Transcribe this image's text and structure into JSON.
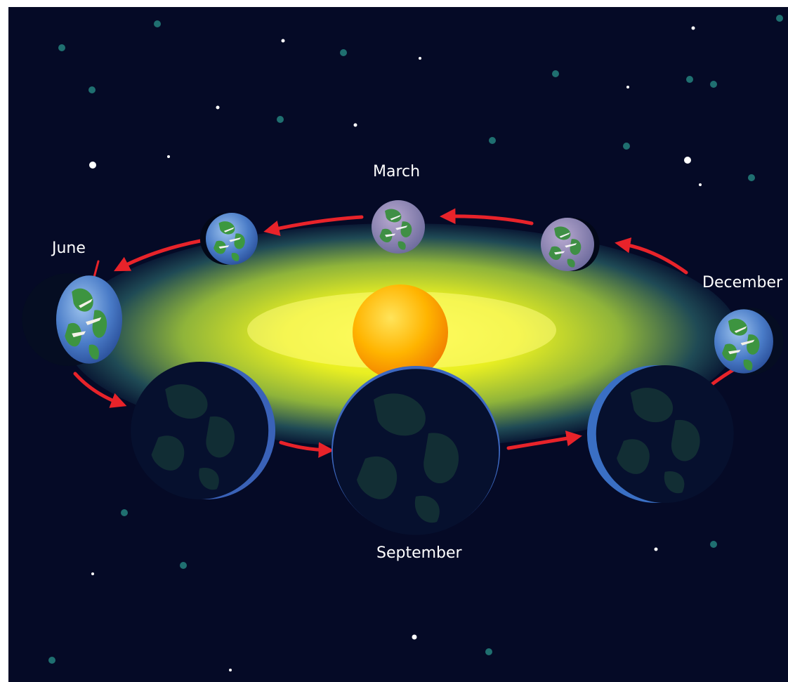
{
  "labels": {
    "march": "March",
    "june": "June",
    "december": "December",
    "september": "September"
  },
  "colors": {
    "space": "#050a26",
    "sun": "#ffb000",
    "glow": "#fff200",
    "arrow": "#e8232a",
    "earth_ocean": "#3a6fc4",
    "earth_land": "#2f8a3a",
    "night_side": "#06102e"
  }
}
